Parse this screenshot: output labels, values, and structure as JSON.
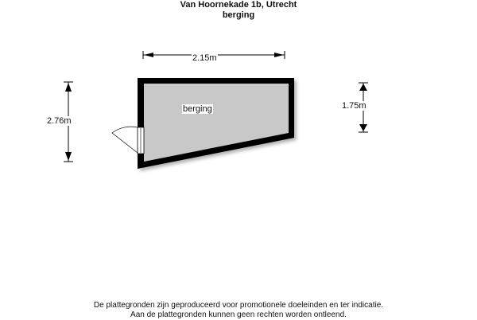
{
  "header": {
    "address": "Van Hoornekade 1b, Utrecht",
    "floor": "berging"
  },
  "plan": {
    "rooms": [
      {
        "name": "berging"
      }
    ],
    "dimensions": {
      "width": "2.15m",
      "left_height": "2.76m",
      "right_height": "1.75m"
    }
  },
  "footer": {
    "line1": "De plattegronden zijn geproduceerd voor promotionele doeleinden en ter indicatie.",
    "line2": "Aan de plattegronden kunnen geen rechten worden ontleend."
  },
  "colors": {
    "floor": "#c8c8c8",
    "wall": "#000000"
  }
}
